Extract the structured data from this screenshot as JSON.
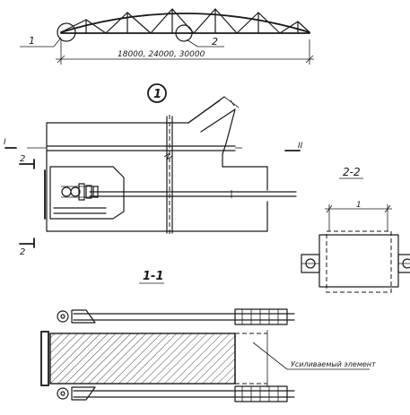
{
  "truss": {
    "callout_1": "1",
    "callout_2": "2",
    "span_dimension": "18000, 24000, 30000"
  },
  "detail_1": {
    "circle_label": "1",
    "section_mark_1_left": "I",
    "section_mark_1_right": "II",
    "section_mark_2_top": "2",
    "section_mark_2_bottom": "2"
  },
  "section_2_2": {
    "title": "2-2",
    "dim_label": "1"
  },
  "section_1_1": {
    "title": "1-1",
    "leader_label": "Усиливаемый элемент"
  }
}
